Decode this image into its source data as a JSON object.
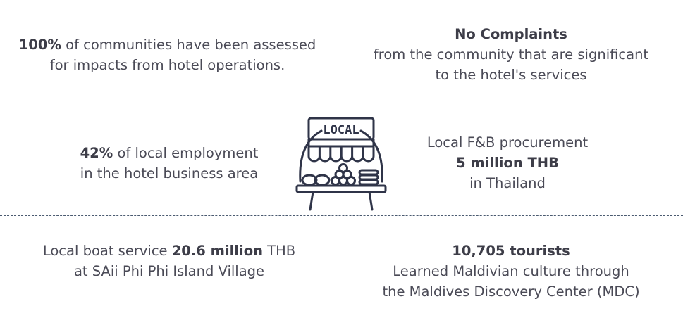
{
  "stats": {
    "communities": {
      "bold": "100%",
      "text1": " of communities have been assessed",
      "line2": "for impacts from hotel operations."
    },
    "complaints": {
      "bold": "No Complaints",
      "line2": "from the community that are significant",
      "line3": "to the hotel's services"
    },
    "employment": {
      "bold": "42%",
      "text1": " of local employment",
      "line2": "in the hotel business area"
    },
    "procurement": {
      "line1": "Local F&B procurement",
      "bold": "5 million THB",
      "line3": "in Thailand"
    },
    "boat": {
      "text1": "Local boat service ",
      "bold": "20.6 million",
      "text2": " THB",
      "line2": "at SAii Phi Phi Island Village"
    },
    "tourists": {
      "bold": "10,705 tourists",
      "line2": "Learned Maldivian culture through",
      "line3": "the Maldives Discovery Center (MDC)"
    }
  },
  "icon": {
    "name": "local-market-stall-icon",
    "sign_text": "LOCAL",
    "stroke_color": "#2f3448"
  },
  "colors": {
    "text": "#4a4a56",
    "divider": "#4a5a70"
  }
}
